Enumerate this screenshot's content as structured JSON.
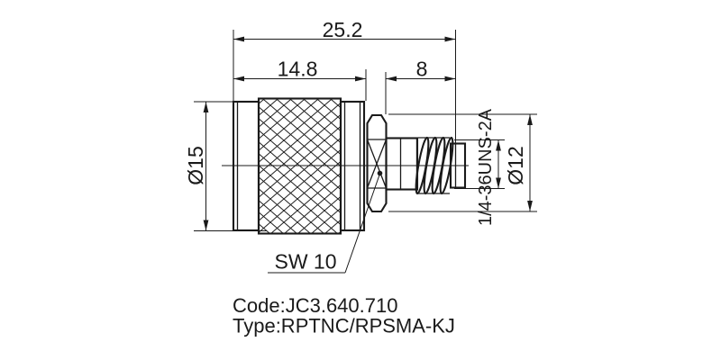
{
  "drawing": {
    "dims": {
      "overall_length": "25.2",
      "body_length": "14.8",
      "port_length": "8",
      "body_dia": "Ø15",
      "flange_dia": "Ø12",
      "thread_spec": "1/4-36UNS-2A",
      "wrench": "SW 10"
    },
    "notes": {
      "code": "Code:JC3.640.710",
      "type": "Type:RPTNC/RPSMA-KJ"
    },
    "colors": {
      "line": "#1a1a1a",
      "background": "#ffffff"
    }
  }
}
